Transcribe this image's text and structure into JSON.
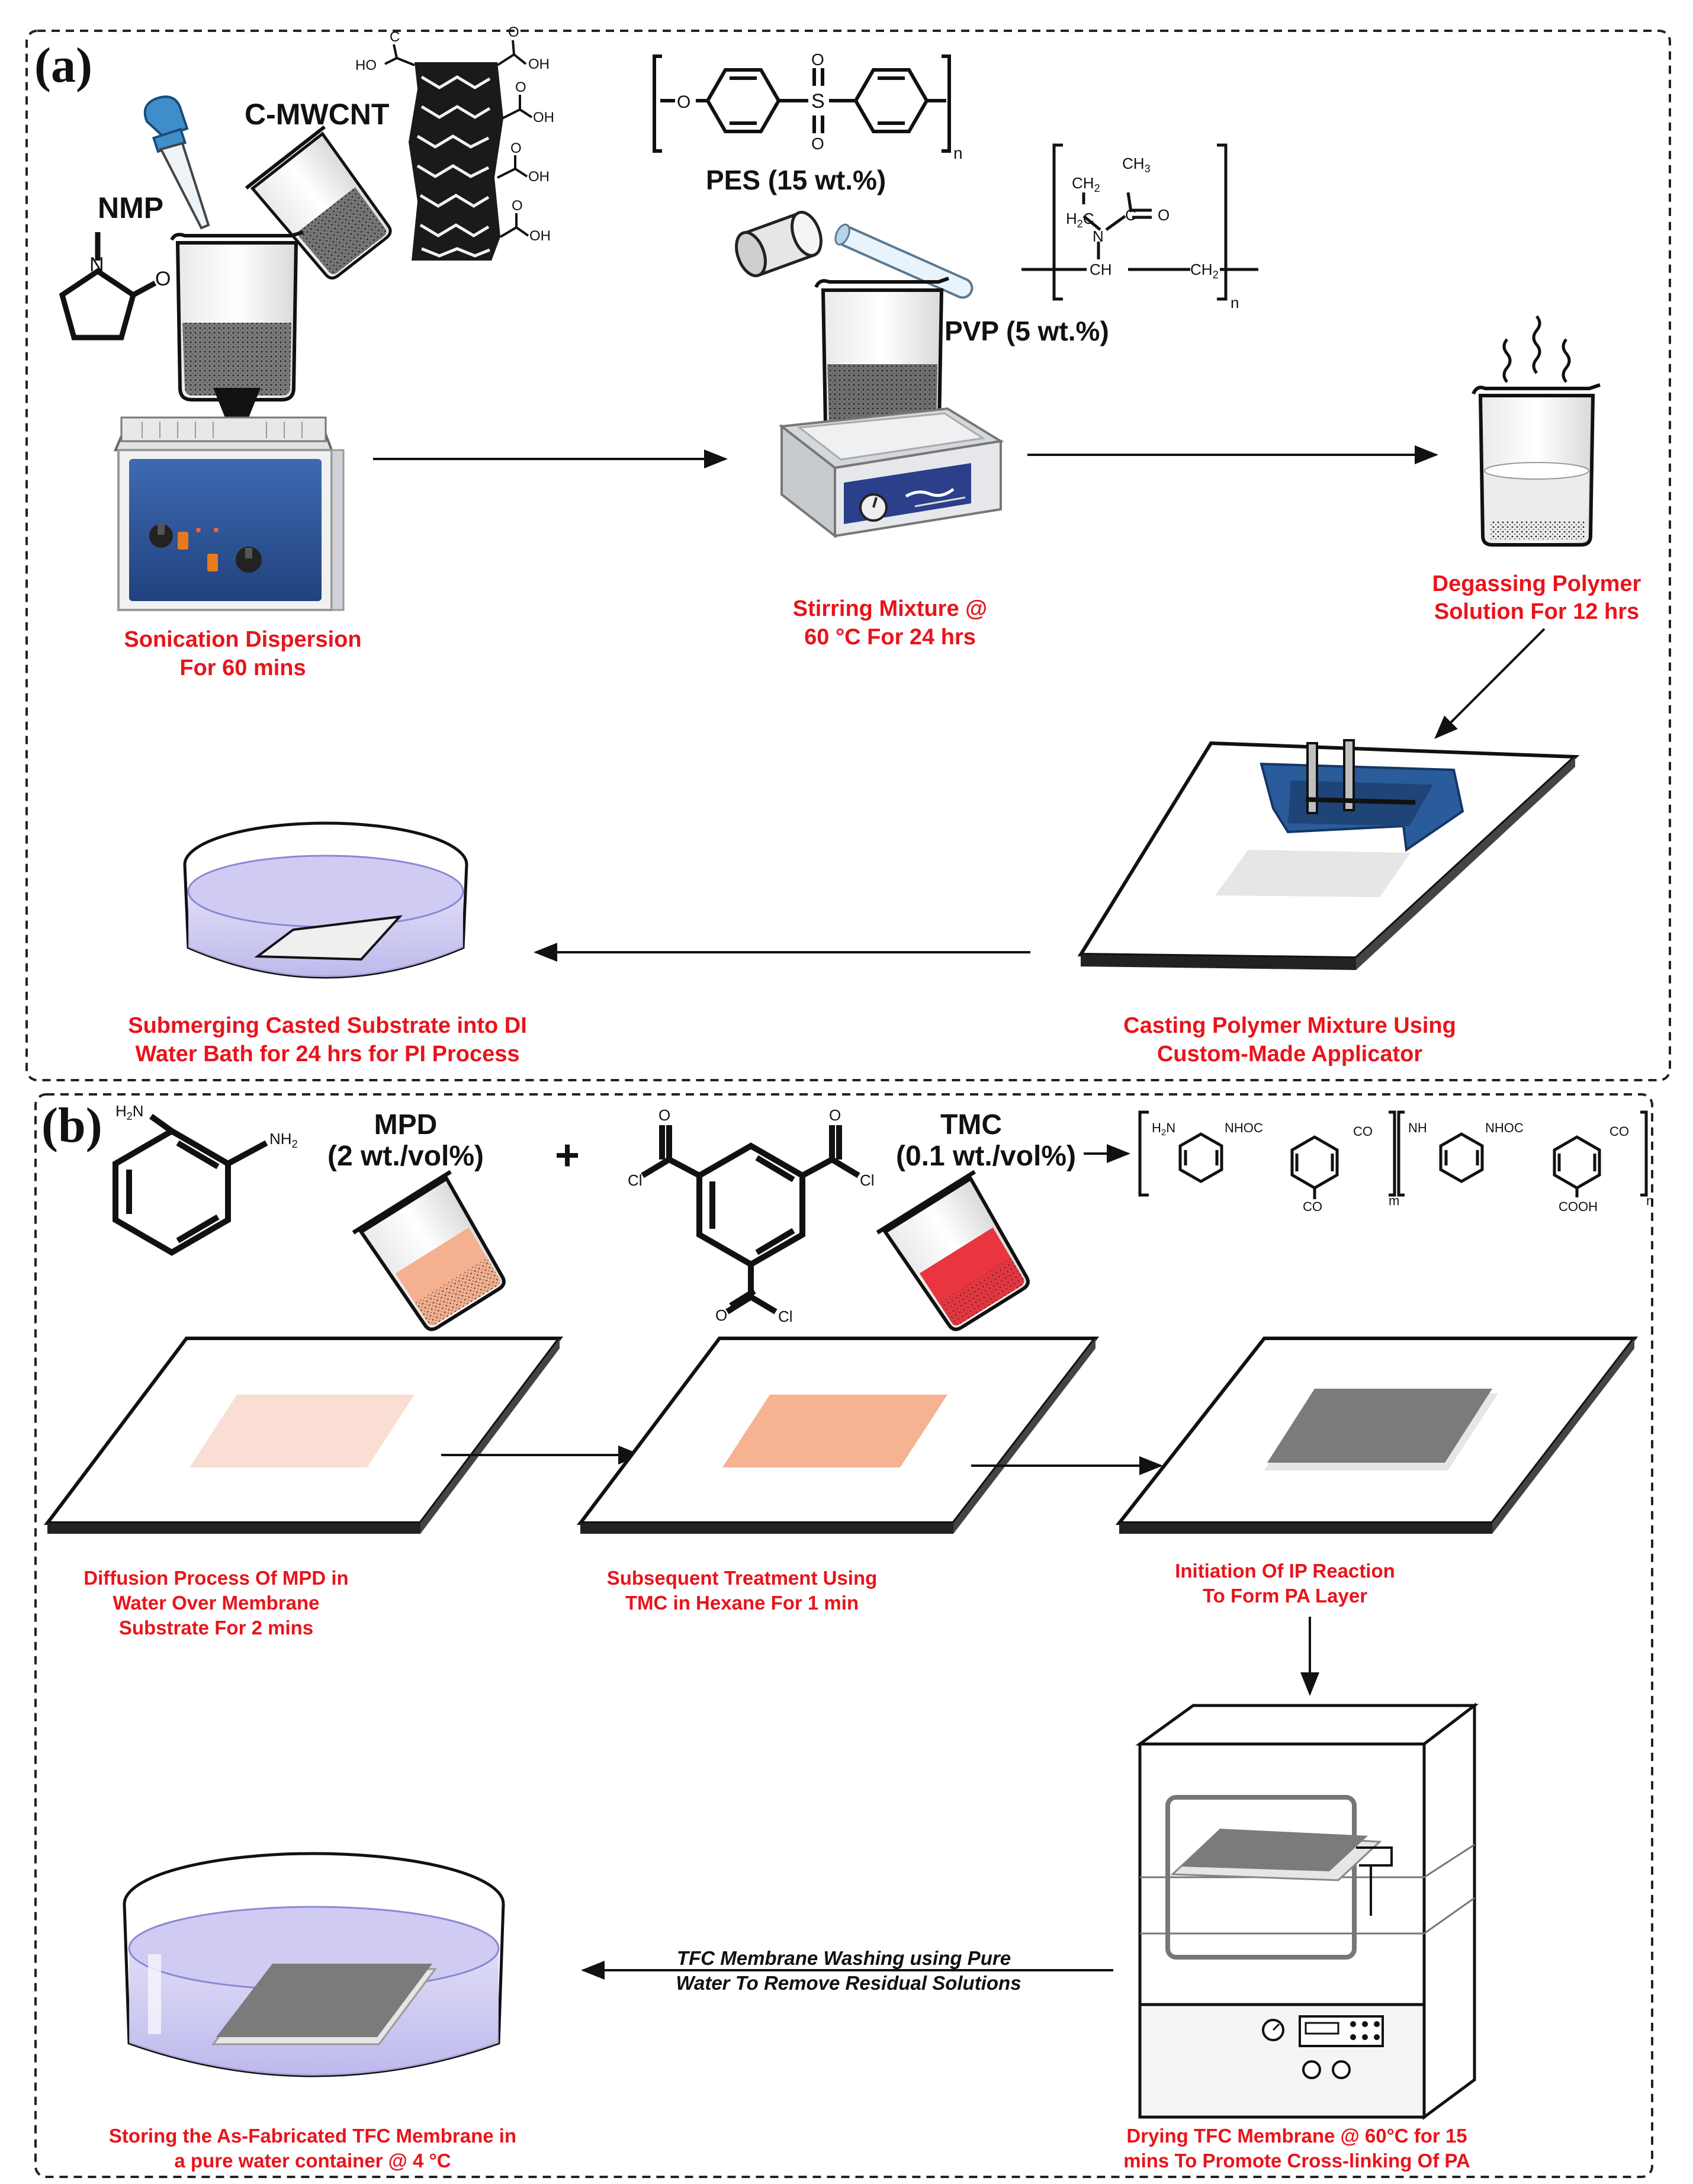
{
  "colors": {
    "caption_red": "#e8141b",
    "border": "#222222",
    "water": "#c9c5f0",
    "mpd_solution": "#f5b08f",
    "tmc_solution": "#e8353f",
    "pa_layer": "#7b7b7b",
    "applicator_blue": "#2a5b9a"
  },
  "panel_a": {
    "tag": "(a)",
    "reagents": {
      "nmp": "NMP",
      "cmwcnt": "C-MWCNT",
      "pes": "PES (15 wt.%)",
      "pvp": "PVP (5 wt.%)"
    },
    "chem_text": {
      "ho": "HO",
      "oh": "OH",
      "c": "C",
      "o": "O",
      "s": "S",
      "n": "N",
      "sub_n": "n",
      "ch3": "CH",
      "ch2": "CH",
      "ch": "CH",
      "h2c": "H",
      "sub3": "3",
      "sub2": "2"
    },
    "steps": {
      "sonication_1": "Sonication Dispersion",
      "sonication_2": "For 60 mins",
      "stirring_1": "Stirring Mixture @",
      "stirring_2": "60 °C For 24 hrs",
      "degassing_1": "Degassing Polymer",
      "degassing_2": "Solution For 12 hrs",
      "casting_1": "Casting Polymer Mixture Using",
      "casting_2": "Custom-Made Applicator",
      "submerging_1": "Submerging Casted Substrate into DI",
      "submerging_2": "Water Bath for 24 hrs for PI Process"
    },
    "icons": [
      "dropper-icon",
      "beaker-icon",
      "nanotube-icon",
      "ultrasonic-bath-icon",
      "hotplate-stirrer-icon",
      "test-tube-icon",
      "glass-plate-icon",
      "casting-applicator-icon",
      "petri-dish-icon"
    ]
  },
  "panel_b": {
    "tag": "(b)",
    "reagents": {
      "mpd": "MPD",
      "mpd_conc": "(2 wt./vol%)",
      "plus": "+",
      "tmc": "TMC",
      "tmc_conc": "(0.1 wt./vol%)"
    },
    "chem_text": {
      "h2n": "H",
      "nh2": "NH",
      "cl": "Cl",
      "nhoc": "NHOC",
      "co": "CO",
      "nh": "NH",
      "cooh": "COOH",
      "n": "n",
      "m": "m"
    },
    "steps": {
      "diffusion_1": "Diffusion Process Of MPD in",
      "diffusion_2": "Water Over Membrane",
      "diffusion_3": "Substrate For 2 mins",
      "treatment_1": "Subsequent Treatment Using",
      "treatment_2": "TMC in Hexane For 1 min",
      "initiation_1": "Initiation Of IP Reaction",
      "initiation_2": "To Form PA Layer",
      "drying_1": "Drying TFC Membrane @ 60°C for 15",
      "drying_2": "mins To Promote Cross-linking Of PA",
      "washing_1": "TFC Membrane Washing using Pure",
      "washing_2": "Water To Remove Residual Solutions",
      "storing_1": "Storing the As-Fabricated TFC Membrane in",
      "storing_2": "a pure water container @ 4 °C"
    },
    "icons": [
      "beaker-icon",
      "glass-plate-icon",
      "oven-icon",
      "petri-dish-icon"
    ]
  }
}
